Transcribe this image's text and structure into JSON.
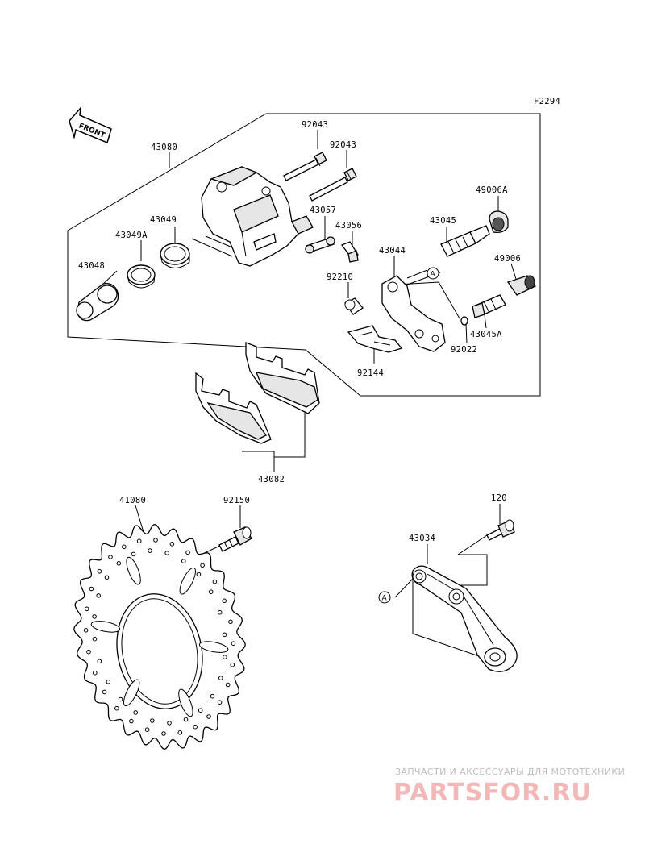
{
  "figure_code": "F2294",
  "front_label": "FRONT",
  "ref_marker": "A",
  "parts": {
    "p43080": "43080",
    "p92043a": "92043",
    "p92043b": "92043",
    "p43057": "43057",
    "p43056": "43056",
    "p43049": "43049",
    "p43049A": "43049A",
    "p43048": "43048",
    "p49006A": "49006A",
    "p43045": "43045",
    "p43044": "43044",
    "p92210": "92210",
    "p49006": "49006",
    "p43045A": "43045A",
    "p92022": "92022",
    "p92144": "92144",
    "p43082": "43082",
    "p41080": "41080",
    "p92150": "92150",
    "p120": "120",
    "p43034": "43034"
  },
  "watermark": {
    "caption": "ЗАПЧАСТИ И АКСЕССУАРЫ ДЛЯ МОТОТЕХНИКИ",
    "brand": "PARTSFOR.RU"
  }
}
